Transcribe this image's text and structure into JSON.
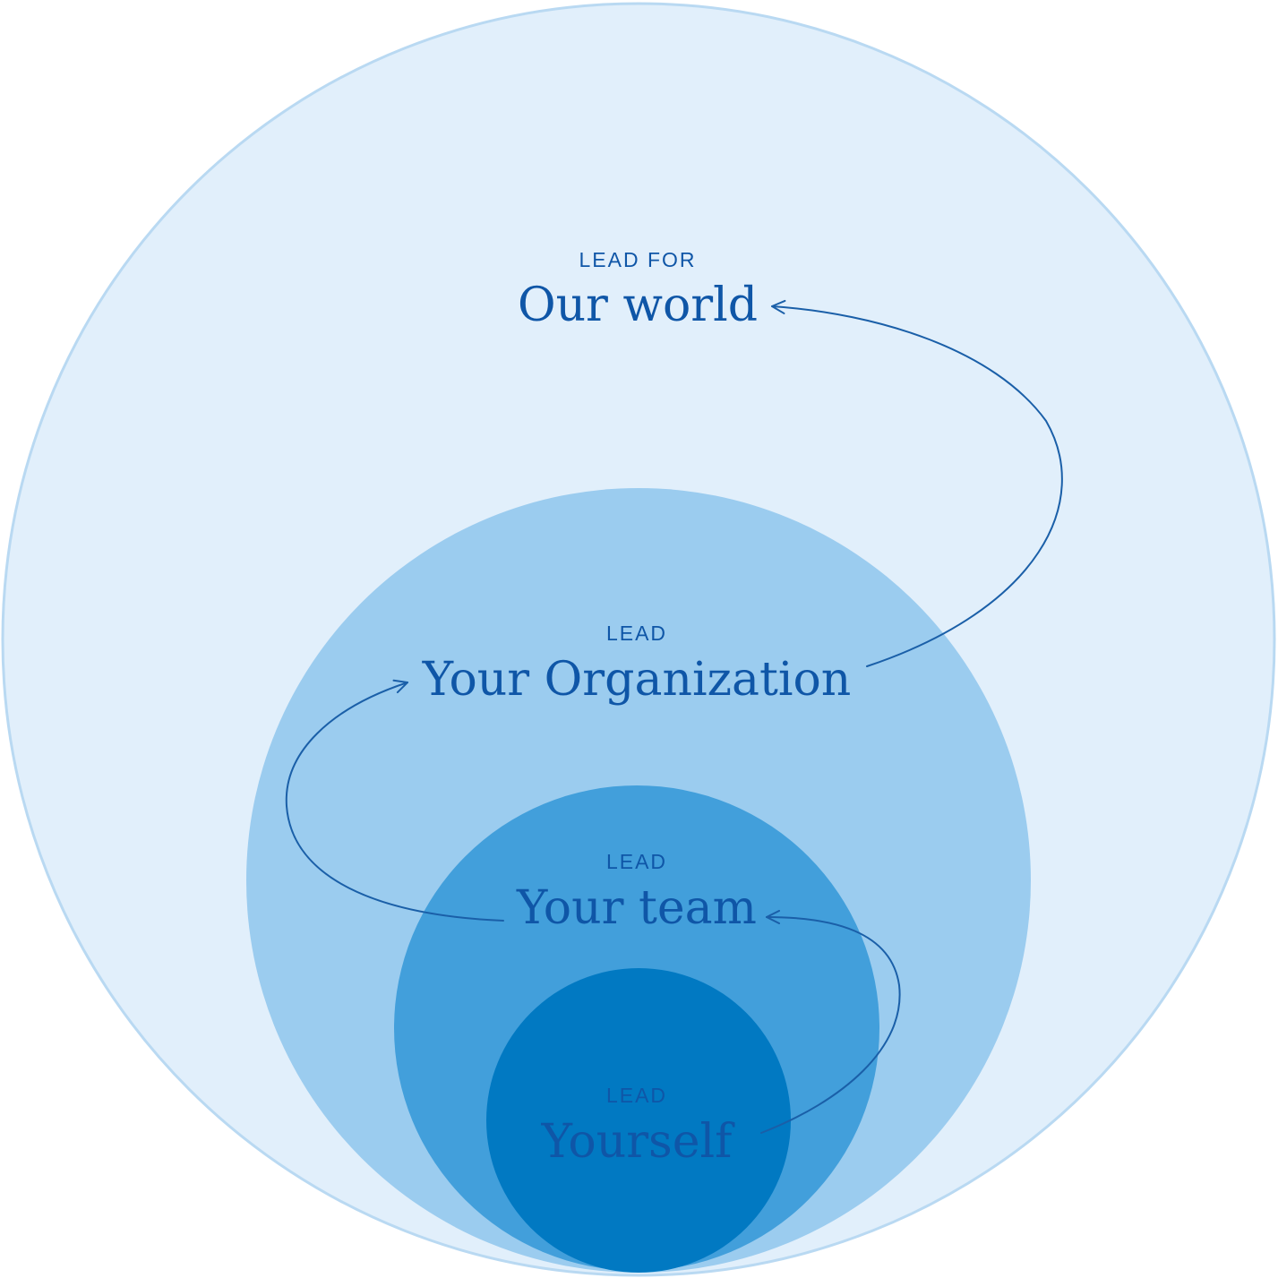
{
  "colors": {
    "world_fill": "#e1effb",
    "world_edge": "#b9d9f2",
    "organization_fill": "#97c9ee",
    "team_fill": "#429fdb",
    "yourself_fill": "#0179c2",
    "text": "#0f56a7",
    "arrow": "#1a5fa8"
  },
  "levels": [
    {
      "id": "world",
      "kicker": "LEAD FOR",
      "title": "Our world"
    },
    {
      "id": "organization",
      "kicker": "LEAD",
      "title": "Your Organization"
    },
    {
      "id": "team",
      "kicker": "LEAD",
      "title": "Your team"
    },
    {
      "id": "yourself",
      "kicker": "LEAD",
      "title": "Yourself"
    }
  ]
}
